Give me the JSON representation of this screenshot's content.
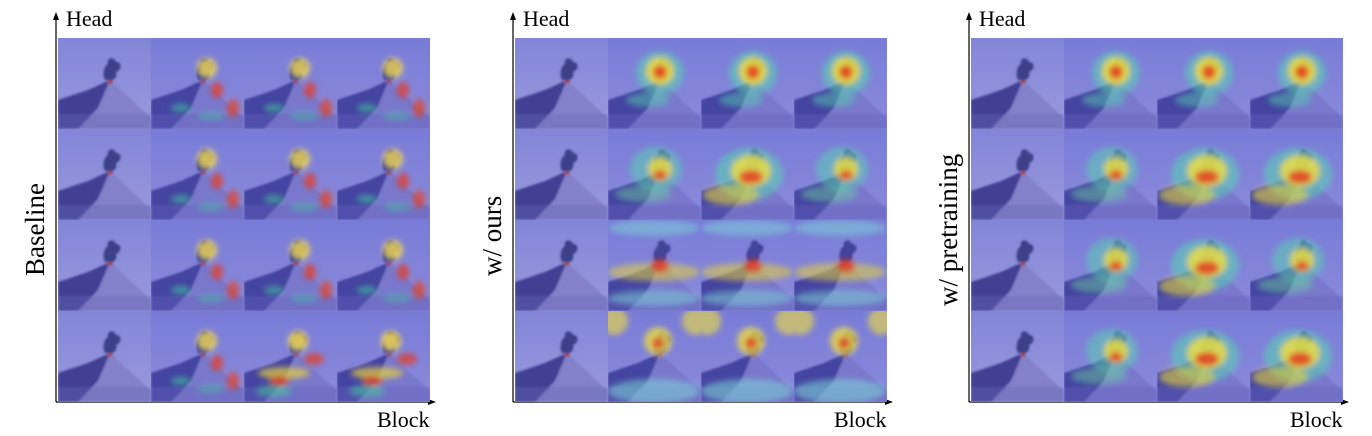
{
  "colors": {
    "sky_top": "#8d90d8",
    "sky_bottom": "#a9a8de",
    "mountain_left": "#3d3b84",
    "mountain_right": "#8e8ac6",
    "smoke": "#393a78",
    "lava": "#b8451e",
    "overlay_base": "#5257d6"
  },
  "panels": [
    {
      "row_label": "Baseline",
      "y_axis_label": "Head",
      "x_axis_label": "Block",
      "cells": [
        [
          "plain",
          "faint-volcano-line",
          "faint-volcano-line",
          "faint-volcano-line"
        ],
        [
          "plain",
          "faint-volcano-line",
          "faint-volcano-line",
          "faint-volcano-line"
        ],
        [
          "plain",
          "faint-volcano-line",
          "faint-volcano-line",
          "faint-volcano-line"
        ],
        [
          "plain",
          "faint-volcano-line",
          "strong-slope",
          "strong-slope"
        ]
      ]
    },
    {
      "row_label": "w/ ours",
      "y_axis_label": "Head",
      "x_axis_label": "Block",
      "cells": [
        [
          "plain",
          "peak-hot",
          "peak-hot",
          "peak-hot"
        ],
        [
          "plain",
          "peak-slope",
          "peak-slope-strong",
          "peak-slope"
        ],
        [
          "plain",
          "banded",
          "banded",
          "banded"
        ],
        [
          "plain",
          "edges-bright",
          "edges-bright",
          "edges-bright"
        ]
      ]
    },
    {
      "row_label": "w/ pretraining",
      "y_axis_label": "Head",
      "x_axis_label": "Block",
      "cells": [
        [
          "plain",
          "peak-hot",
          "peak-hot",
          "peak-hot"
        ],
        [
          "plain",
          "peak-slope",
          "peak-slope-strong",
          "peak-slope-strong"
        ],
        [
          "plain",
          "peak-slope",
          "peak-slope-strong",
          "peak-slope"
        ],
        [
          "plain",
          "peak-slope",
          "peak-slope-strong",
          "peak-slope-strong"
        ]
      ]
    }
  ]
}
